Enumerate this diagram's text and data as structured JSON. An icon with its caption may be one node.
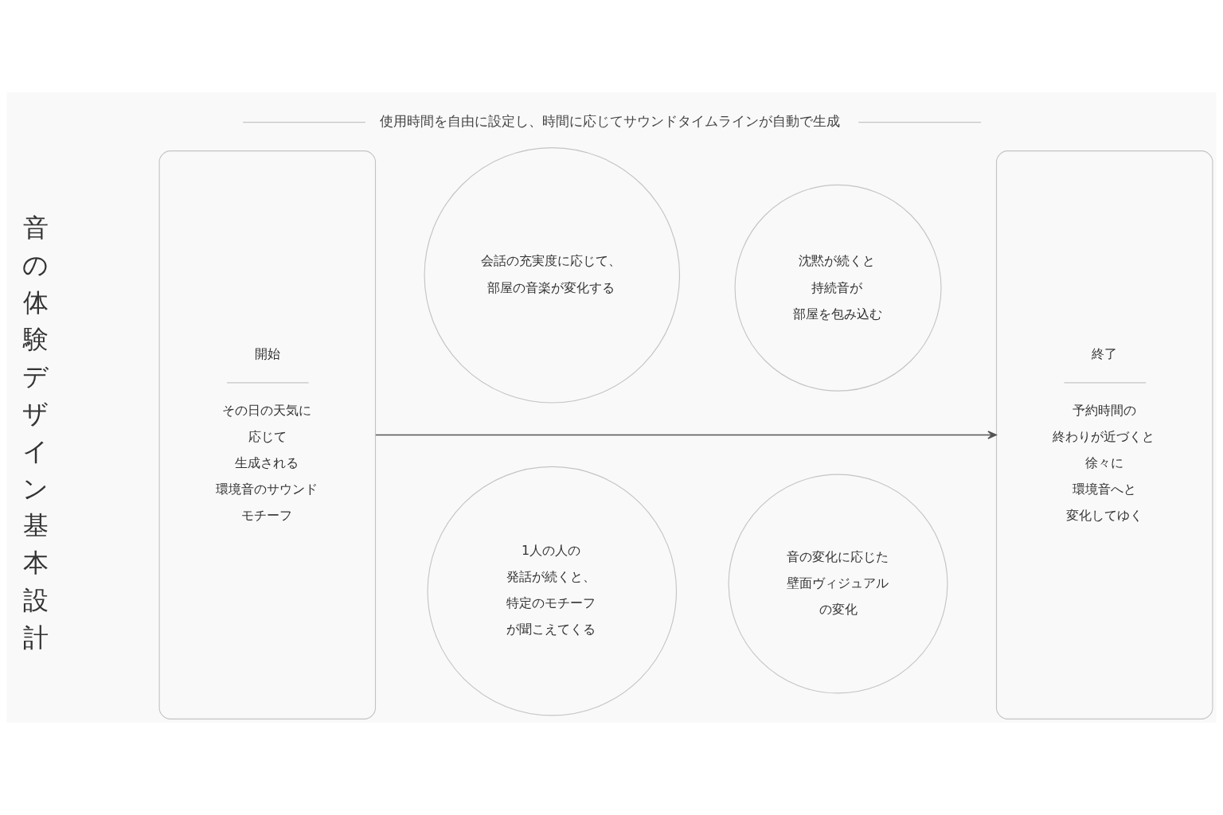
{
  "diagram": {
    "title": "使用時間を自由に設定し、時間に応じてサウンドタイムラインが自動で生成",
    "nodes": [
      {
        "text": [
          "開始",
          "その日の天気に応じて生成される環境音のサウンドモチーフ"
        ]
      },
      {
        "text": [
          "会話の充実度に応じて、部屋の音楽が変化する"
        ]
      },
      {
        "text": [
          "沈黙が続くと持続音が部屋を包み込む"
        ]
      },
      {
        "text": [
          "1人の人の発話が続くと、特定のモチーフが聞こえてくる"
        ]
      },
      {
        "text": [
          "音の変化に応じた壁面ヴィジュアルの変化"
        ]
      },
      {
        "text": [
          "終了",
          "予約時間の終わりが近づくと徐々に環境音へと変化してゆく"
        ]
      }
    ],
    "edges": [
      {
        "from": 0,
        "to": 5,
        "arrow": "to"
      }
    ],
    "labels": [
      "音の体験デザイン基本設計"
    ]
  }
}
